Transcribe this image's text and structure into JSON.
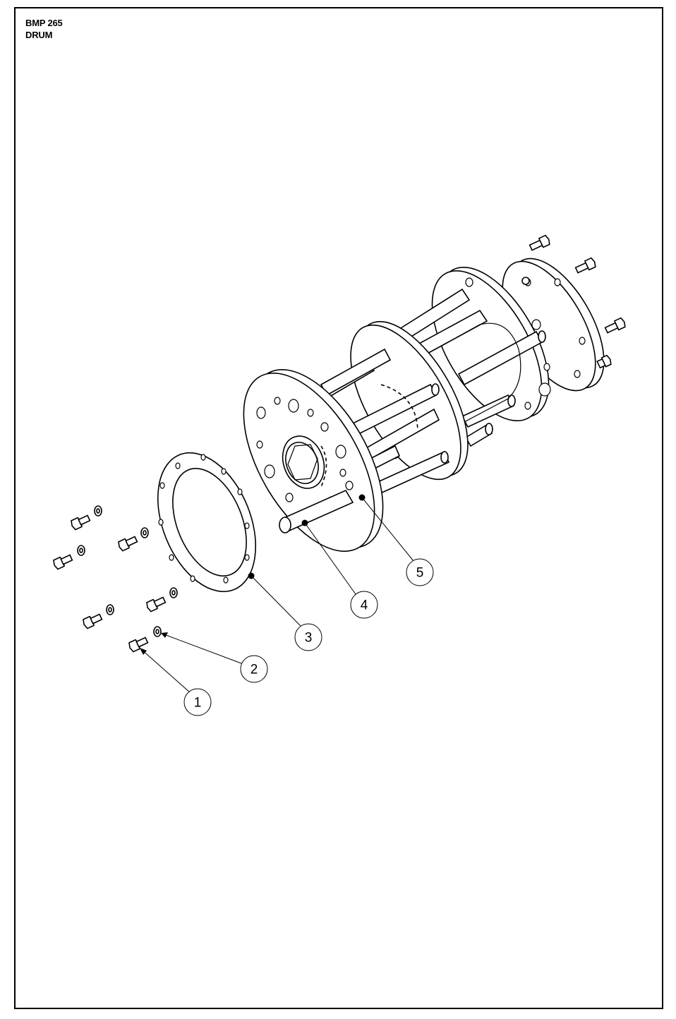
{
  "header": {
    "model": "BMP 265",
    "assembly": "DRUM"
  },
  "callouts": [
    {
      "label": "1"
    },
    {
      "label": "2"
    },
    {
      "label": "3"
    },
    {
      "label": "4"
    },
    {
      "label": "5"
    }
  ]
}
